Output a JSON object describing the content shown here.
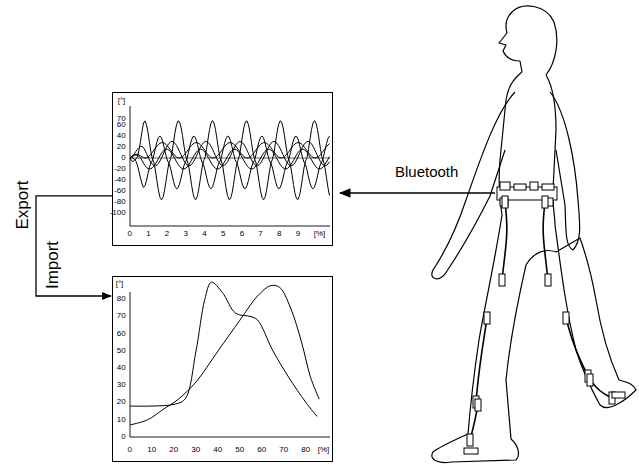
{
  "diagram": {
    "nodes": [
      {
        "text": [
          "[°]",
          "70",
          "60",
          "40",
          "20",
          "0",
          "-20",
          "-40",
          "-60",
          "-80",
          "-100",
          "0",
          "1",
          "2",
          "3",
          "4",
          "5",
          "6",
          "7",
          "8",
          "9",
          "[%]"
        ]
      },
      {
        "text": [
          "[°]",
          "80",
          "70",
          "60",
          "50",
          "40",
          "30",
          "20",
          "10",
          "0",
          "0",
          "10",
          "20",
          "30",
          "40",
          "50",
          "60",
          "70",
          "80",
          "[%]"
        ]
      }
    ],
    "edges": [
      {
        "from": 0,
        "to": 1,
        "arrow": "to"
      }
    ],
    "labels": [
      "Bluetooth",
      "Export",
      "Import"
    ]
  }
}
